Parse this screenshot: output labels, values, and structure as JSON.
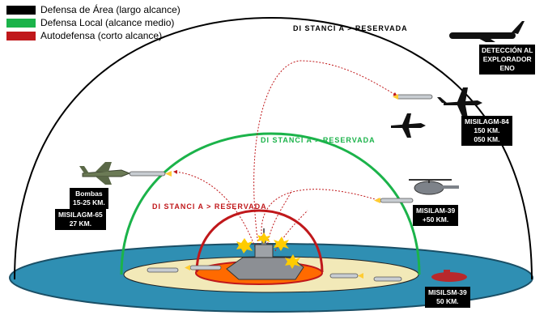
{
  "legend": [
    {
      "label": "Defensa de Área (largo alcance)",
      "color": "#000000"
    },
    {
      "label": "Defensa Local (alcance medio)",
      "color": "#1bb34a"
    },
    {
      "label": "Autodefensa (corto alcance)",
      "color": "#c0181b"
    }
  ],
  "zones": {
    "area_label": "DI STANCI A >  RESERVADA",
    "local_label": "DI STANCI A >  RESERVADA",
    "self_label": "DI STANCI A >  RESERVADA",
    "area_color": "#000000",
    "local_color": "#1bb34a",
    "self_color": "#c0181b",
    "sea_color": "#2f8fb3",
    "inner_ring_color": "#f2e9b8",
    "core_color": "#ff6a00"
  },
  "threats": {
    "detection": "DETECCIÓN AL\nEXPLORADOR\nENO",
    "agm84": "MISILAGM-84\n150 KM.\n050 KM.",
    "bombs": "Bombas\n15-25 KM.",
    "agm65": "MISILAGM-65\n27 KM.",
    "am39": "MISILAM-39\n+50 KM.",
    "sm39": "MISILSM-39\n50 KM."
  },
  "icons": [
    "patrol-aircraft-icon",
    "fighter-jet-icon",
    "helicopter-icon",
    "submarine-icon",
    "frigate-icon",
    "missile-icon"
  ]
}
